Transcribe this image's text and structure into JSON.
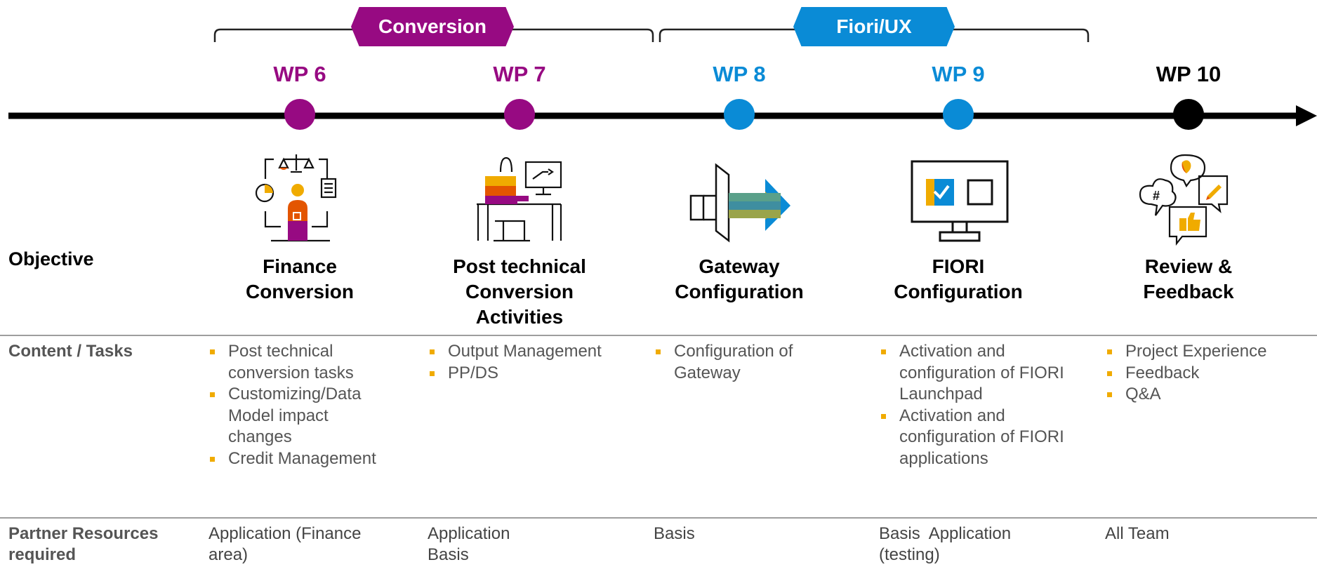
{
  "groups": [
    {
      "label": "Conversion",
      "color": "#970a82"
    },
    {
      "label": "Fiori/UX",
      "color": "#0a8bd6"
    }
  ],
  "work_packages": [
    {
      "id": "WP 6",
      "color": "#970a82",
      "icon": "finance-conversion-icon",
      "objective_lines": [
        "Finance",
        "Conversion"
      ],
      "tasks": [
        "Post technical conversion tasks",
        "Customizing/Data Model impact changes",
        "Credit Management"
      ],
      "resources": "Application (Finance area)"
    },
    {
      "id": "WP 7",
      "color": "#970a82",
      "icon": "technician-workstation-icon",
      "objective_lines": [
        "Post technical",
        "Conversion",
        "Activities"
      ],
      "tasks": [
        "Output Management",
        "PP/DS"
      ],
      "resources_lines": [
        "Application",
        "Basis"
      ]
    },
    {
      "id": "WP 8",
      "color": "#0a8bd6",
      "icon": "gateway-arrow-icon",
      "objective_lines": [
        "Gateway",
        "Configuration"
      ],
      "tasks": [
        "Configuration of Gateway"
      ],
      "resources": "Basis"
    },
    {
      "id": "WP 9",
      "color": "#0a8bd6",
      "icon": "monitor-tiles-icon",
      "objective_lines": [
        "FIORI",
        "Configuration"
      ],
      "tasks": [
        "Activation and configuration of FIORI Launchpad",
        "Activation and configuration of FIORI applications"
      ],
      "resources": "Basis  Application (testing)"
    },
    {
      "id": "WP 10",
      "color": "#000000",
      "icon": "feedback-bubbles-icon",
      "objective_lines": [
        "Review &",
        "Feedback"
      ],
      "tasks": [
        "Project Experience",
        "Feedback",
        "Q&A"
      ],
      "resources": "All Team"
    }
  ],
  "row_labels": {
    "objective": "Objective",
    "tasks": "Content / Tasks",
    "resources": "Partner Resources required"
  },
  "colors": {
    "bullet": "#f0ab00",
    "timeline": "#000000",
    "divider": "#9e9e9e"
  }
}
